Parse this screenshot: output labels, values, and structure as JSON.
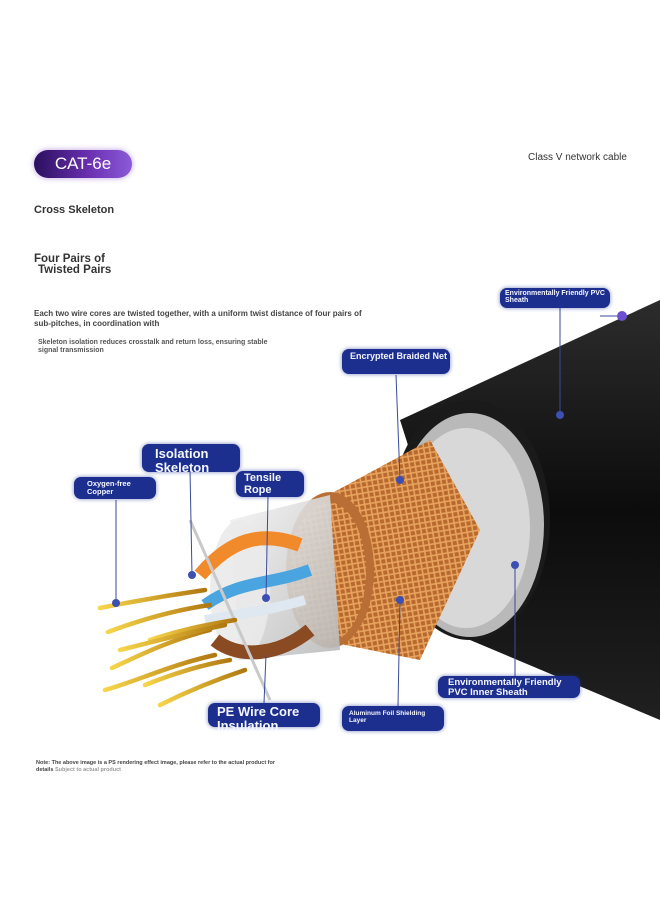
{
  "badge": "CAT-6e",
  "top_right": "Class V network cable",
  "headings": {
    "cross": "Cross Skeleton",
    "pairs_line1": "Four Pairs of",
    "pairs_line2": "Twisted Pairs"
  },
  "descriptions": {
    "twist": "Each two wire cores are twisted together, with a uniform twist distance of four pairs of sub-pitches, in coordination with",
    "isolation": "Skeleton isolation reduces crosstalk and return loss, ensuring stable signal transmission"
  },
  "labels": {
    "encrypted": "Encrypted Braided Net",
    "env_pvc": "Environmentally Friendly PVC Sheath",
    "isolation": "Isolation Skeleton",
    "copper": "Oxygen-free Copper",
    "tensile": "Tensile Rope",
    "pe": "PE Wire Core Insulation",
    "aluminum": "Aluminum Foil Shielding Layer",
    "inner_sheath": "Environmentally Friendly PVC Inner Sheath"
  },
  "note": {
    "text": "Note: The above image is a PS rendering effect image, please refer to the actual product for details",
    "blurred": "Subject to actual product"
  },
  "colors": {
    "label_bg": "#1d2f8e",
    "badge_start": "#2a0f5e",
    "badge_end": "#8a5ad8",
    "sheath": "#141414",
    "braid": "#c27a3a",
    "copper": "#e0a820"
  }
}
